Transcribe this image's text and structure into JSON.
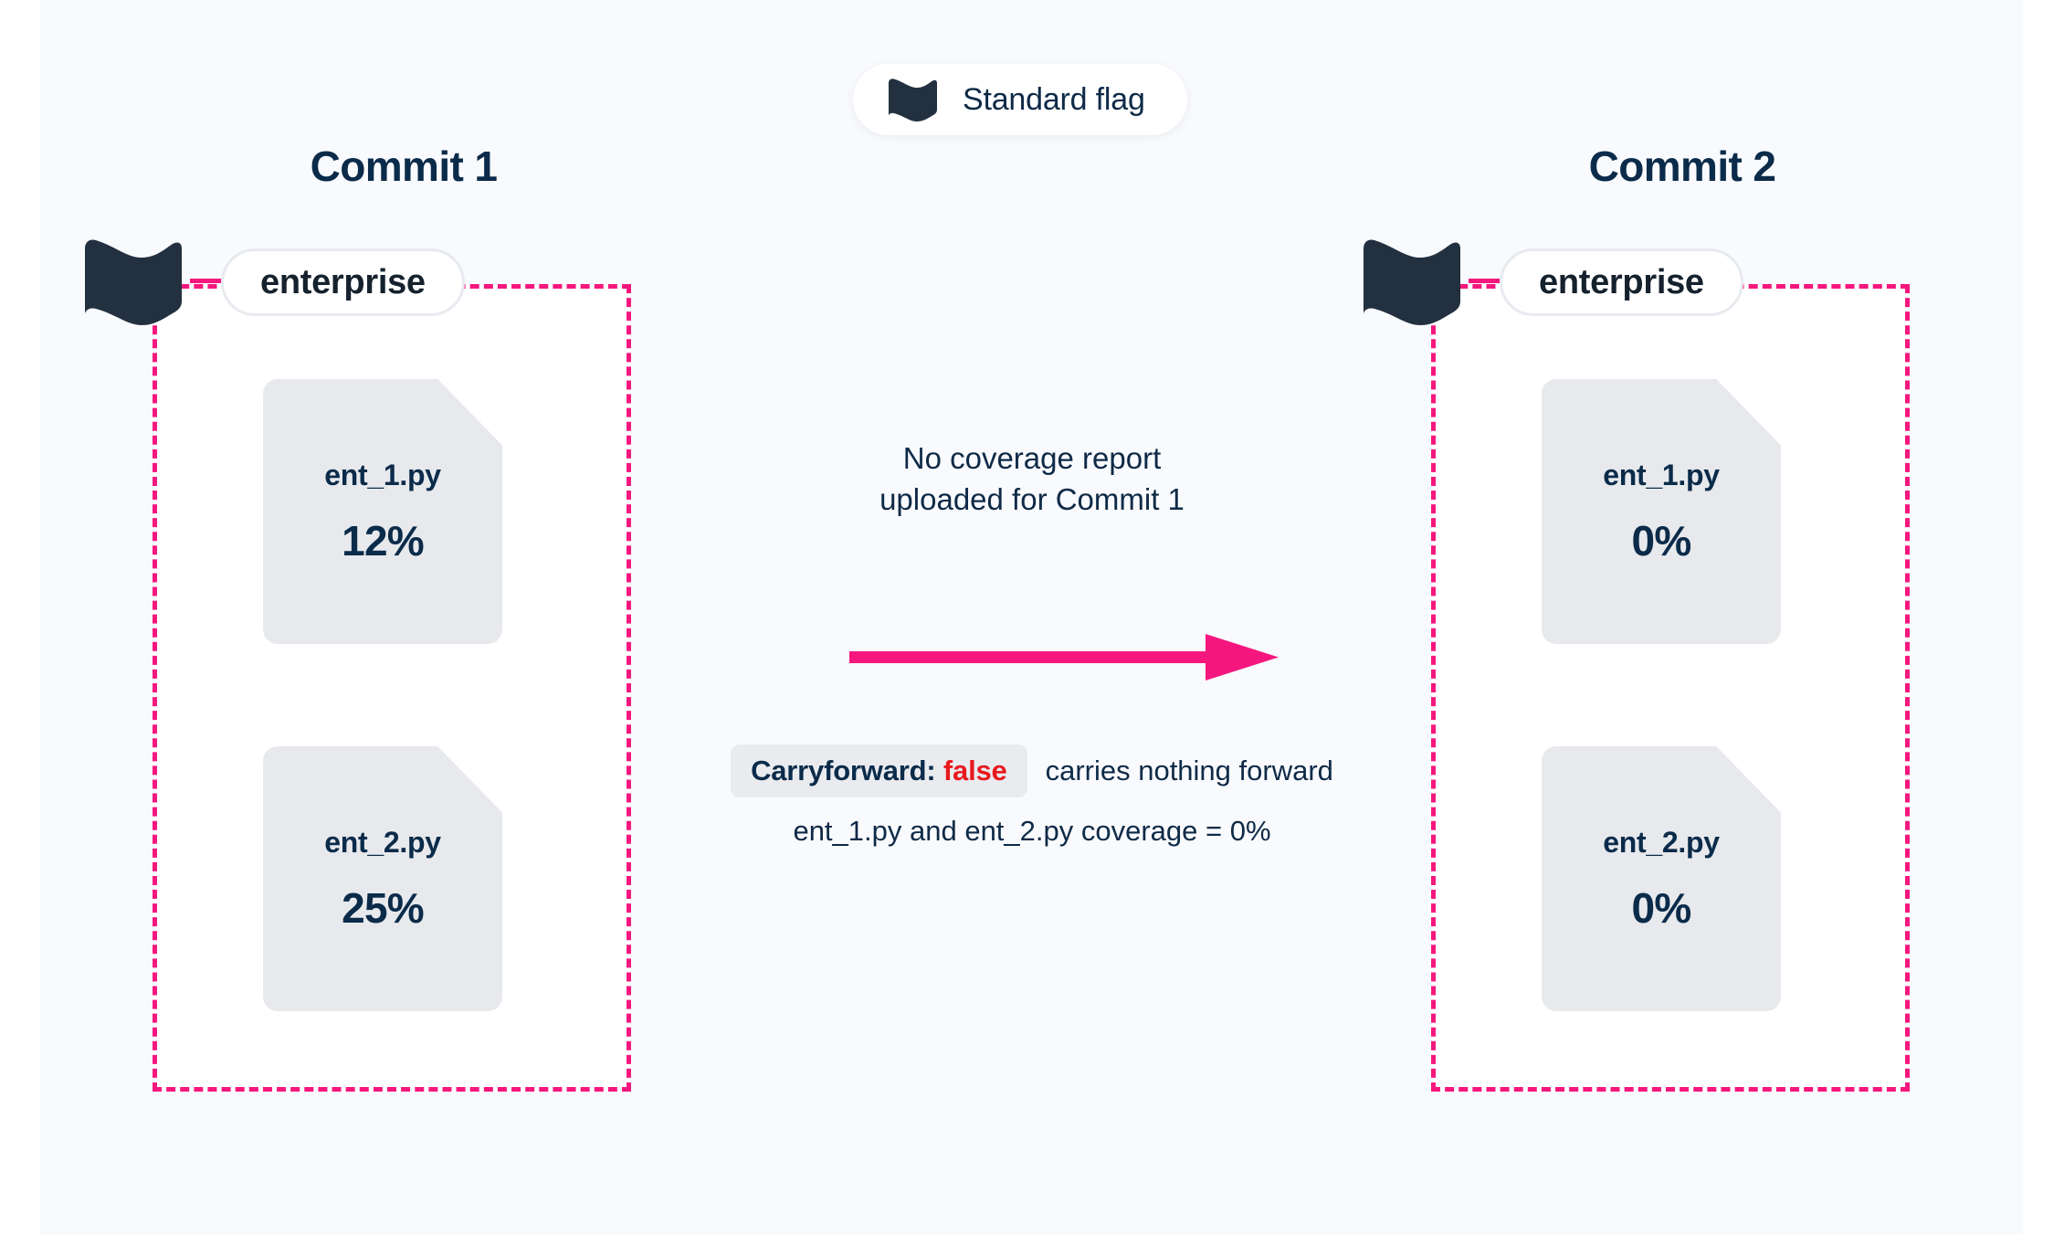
{
  "page": {
    "background": "#f9fafd",
    "accent_pink": "#f5177e",
    "accent_red": "#e8191d",
    "text_navy": "#0b2b4a",
    "card_gray": "#e7e9ed"
  },
  "legend": {
    "flag_icon": "flag-icon",
    "label": "Standard flag"
  },
  "commits": [
    {
      "title": "Commit 1",
      "flag_icon": "flag-icon",
      "flag_name": "enterprise",
      "files": [
        {
          "name": "ent_1.py",
          "coverage": "12%"
        },
        {
          "name": "ent_2.py",
          "coverage": "25%"
        }
      ]
    },
    {
      "title": "Commit 2",
      "flag_icon": "flag-icon",
      "flag_name": "enterprise",
      "files": [
        {
          "name": "ent_1.py",
          "coverage": "0%"
        },
        {
          "name": "ent_2.py",
          "coverage": "0%"
        }
      ]
    }
  ],
  "center": {
    "note_line1": "No coverage report",
    "note_line2": "uploaded for Commit 1",
    "arrow_icon": "arrow-right-icon",
    "carryforward_label": "Carryforward:",
    "carryforward_value": "false",
    "carryforward_tail": "carries nothing forward",
    "result_line": "ent_1.py and ent_2.py coverage = 0%"
  }
}
